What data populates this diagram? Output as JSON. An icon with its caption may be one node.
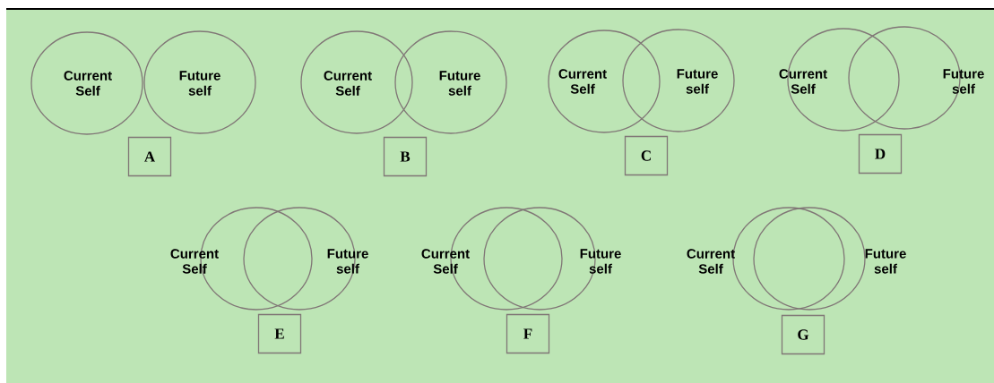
{
  "diagram": {
    "nodes": [
      {
        "text": [
          "Current Self"
        ]
      },
      {
        "text": [
          "Future self"
        ]
      },
      {
        "text": [
          "A"
        ]
      },
      {
        "text": [
          "Current Self"
        ]
      },
      {
        "text": [
          "Future self"
        ]
      },
      {
        "text": [
          "B"
        ]
      },
      {
        "text": [
          "Current Self"
        ]
      },
      {
        "text": [
          "Future self"
        ]
      },
      {
        "text": [
          "C"
        ]
      },
      {
        "text": [
          "Current Self"
        ]
      },
      {
        "text": [
          "Future self"
        ]
      },
      {
        "text": [
          "D"
        ]
      },
      {
        "text": [
          "Current Self"
        ]
      },
      {
        "text": [
          "Future self"
        ]
      },
      {
        "text": [
          "E"
        ]
      },
      {
        "text": [
          "Current Self"
        ]
      },
      {
        "text": [
          "Future self"
        ]
      },
      {
        "text": [
          "F"
        ]
      },
      {
        "text": [
          "Current Self"
        ]
      },
      {
        "text": [
          "Future self"
        ]
      },
      {
        "text": [
          "G"
        ]
      }
    ]
  }
}
